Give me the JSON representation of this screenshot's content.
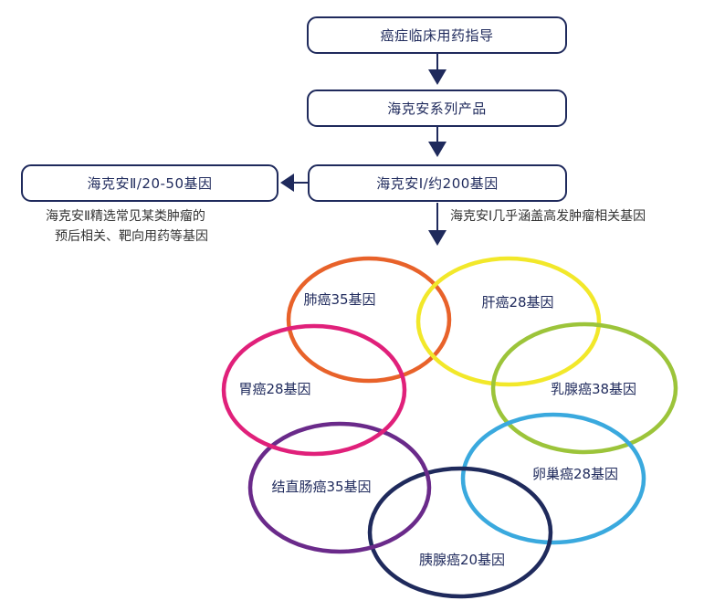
{
  "flow": {
    "guide": "癌症临床用药指导",
    "series": "海克安系列产品",
    "haikean1": "海克安Ⅰ/约200基因",
    "haikean2": "海克安Ⅱ/20-50基因"
  },
  "notes": {
    "haikean2_line1": "海克安Ⅱ精选常见某类肿瘤的",
    "haikean2_line2": "预后相关、靶向用药等基因",
    "haikean1": "海克安Ⅰ几乎涵盖高发肿瘤相关基因"
  },
  "cancers": [
    {
      "label": "肺癌35基因",
      "color": "#e8622a"
    },
    {
      "label": "肝癌28基因",
      "color": "#f2e82a"
    },
    {
      "label": "乳腺癌38基因",
      "color": "#9cc43a"
    },
    {
      "label": "卵巢癌28基因",
      "color": "#3aa9de"
    },
    {
      "label": "胰腺癌20基因",
      "color": "#1f2a5c"
    },
    {
      "label": "结直肠癌35基因",
      "color": "#6a2a8a"
    },
    {
      "label": "胃癌28基因",
      "color": "#e0207a"
    }
  ],
  "colors": {
    "box_border": "#1f2a5c",
    "arrow": "#1f2a5c"
  }
}
